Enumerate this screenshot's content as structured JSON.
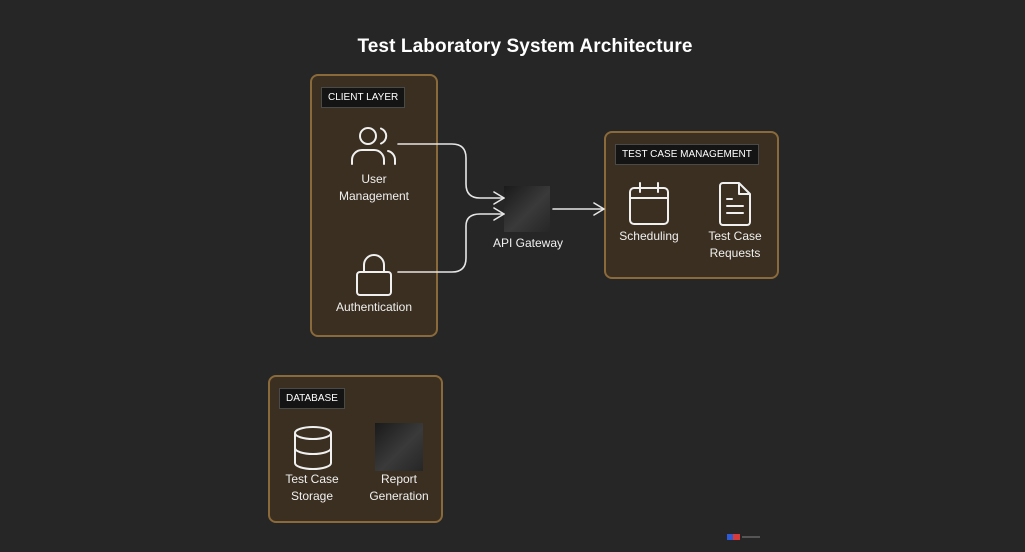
{
  "title": "Test Laboratory System Architecture",
  "groups": {
    "client_layer": {
      "label": "CLIENT LAYER",
      "nodes": {
        "user_management": {
          "line1": "User",
          "line2": "Management",
          "icon": "users-icon"
        },
        "authentication": {
          "line1": "Authentication",
          "icon": "lock-icon"
        }
      }
    },
    "test_case_management": {
      "label": "TEST CASE MANAGEMENT",
      "nodes": {
        "scheduling": {
          "line1": "Scheduling",
          "icon": "calendar-icon"
        },
        "test_case_requests": {
          "line1": "Test Case",
          "line2": "Requests",
          "icon": "document-icon"
        }
      }
    },
    "database": {
      "label": "DATABASE",
      "nodes": {
        "test_case_storage": {
          "line1": "Test Case",
          "line2": "Storage",
          "icon": "database-icon"
        },
        "report_generation": {
          "line1": "Report",
          "line2": "Generation",
          "icon": "image-placeholder"
        }
      }
    }
  },
  "api_gateway": {
    "label": "API Gateway",
    "icon": "image-placeholder"
  },
  "colors": {
    "background": "#262626",
    "group_fill": "#3a2f20",
    "group_border": "#8a6a3a",
    "connector": "#e6e6e6"
  }
}
